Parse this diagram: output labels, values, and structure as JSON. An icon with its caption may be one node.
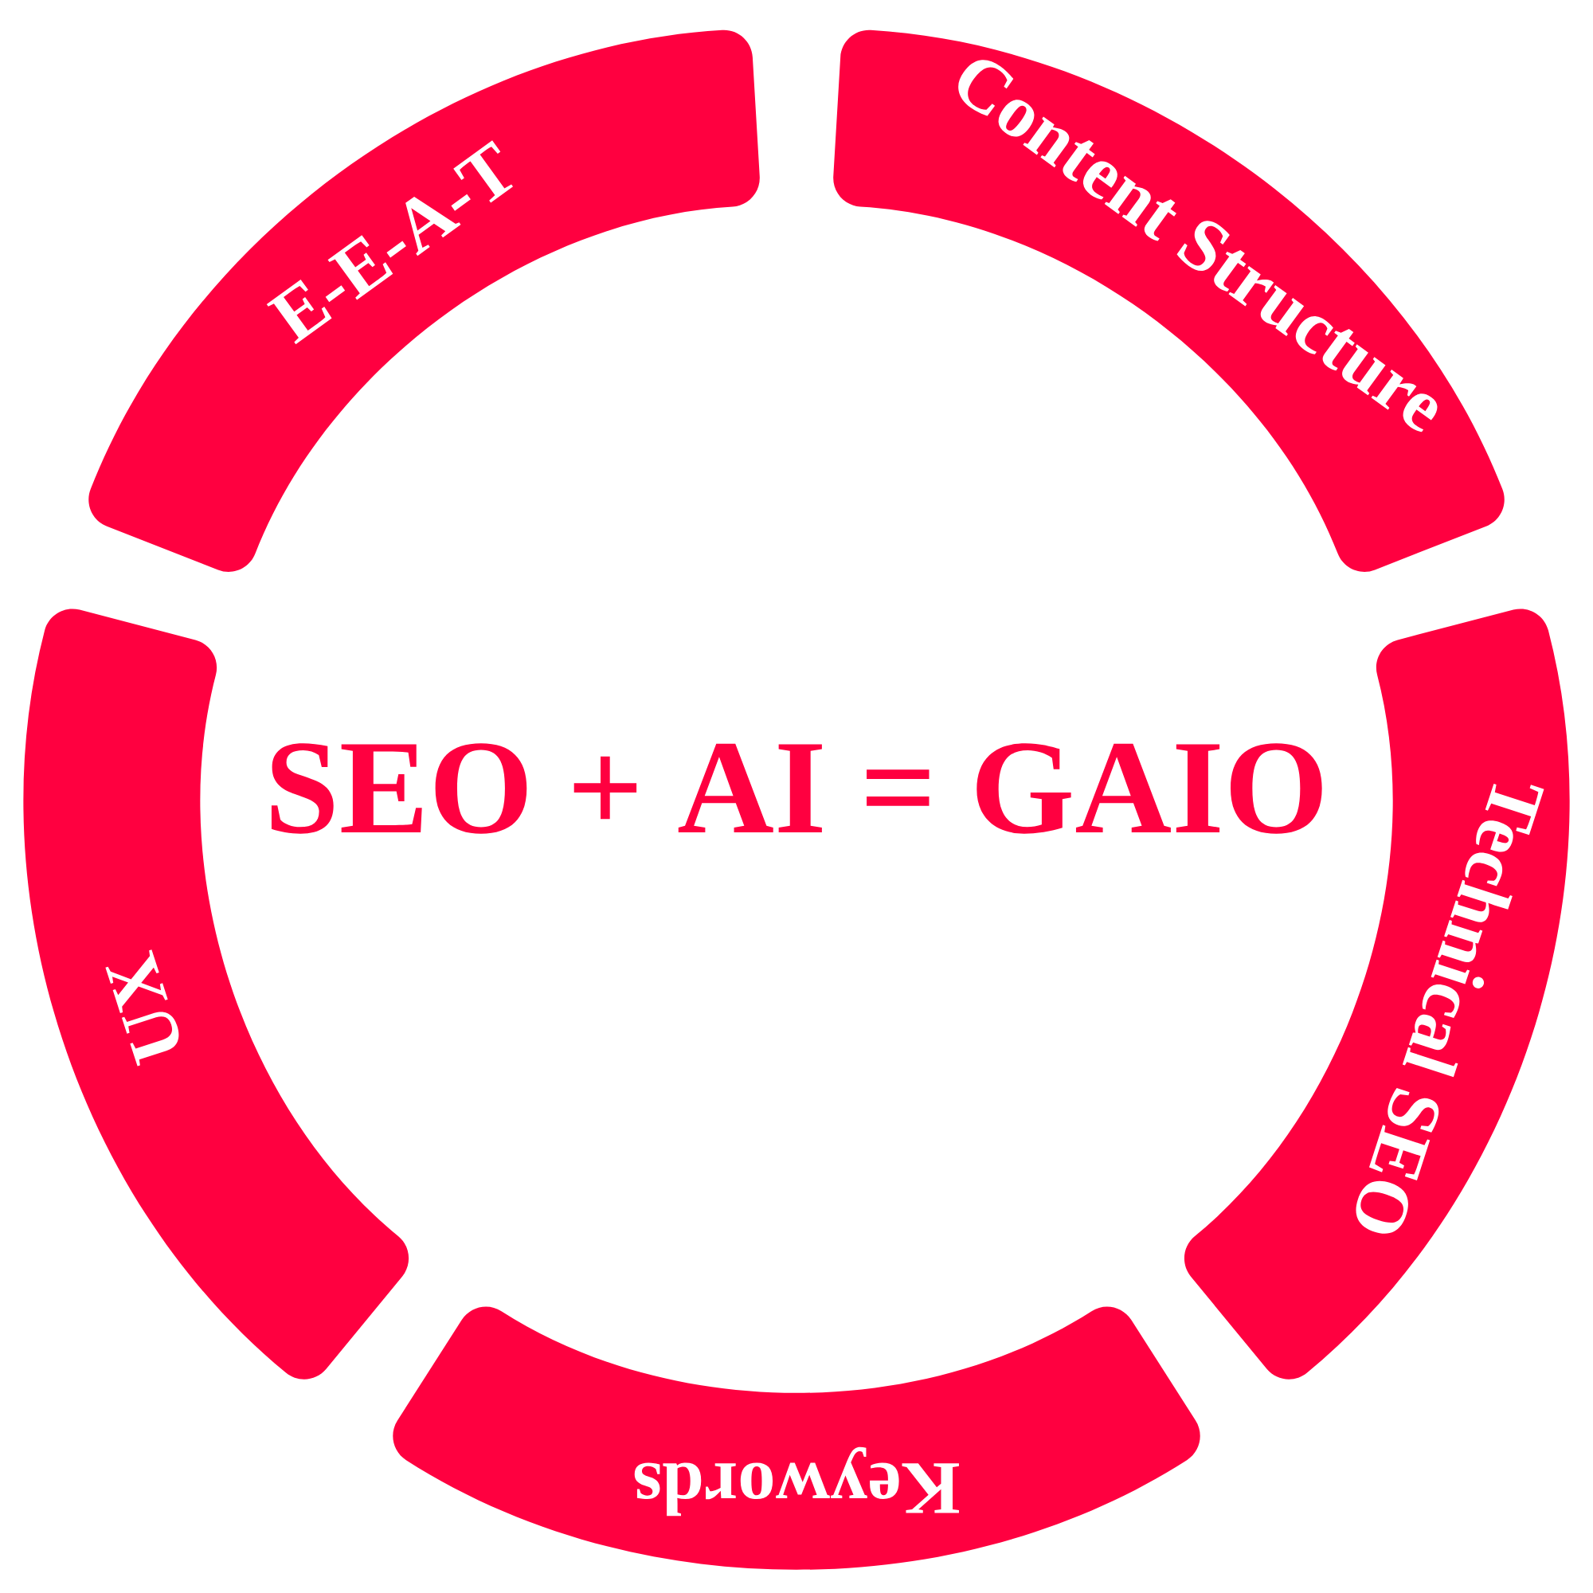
{
  "diagram": {
    "title": "SEO + AI = GAIO",
    "nodes": [
      {
        "text": [
          "E-E-A-T"
        ]
      },
      {
        "text": [
          "Content Structure"
        ]
      },
      {
        "text": [
          "Technical SEO"
        ]
      },
      {
        "text": [
          "Keywords"
        ]
      },
      {
        "text": [
          "UX"
        ]
      }
    ]
  }
}
